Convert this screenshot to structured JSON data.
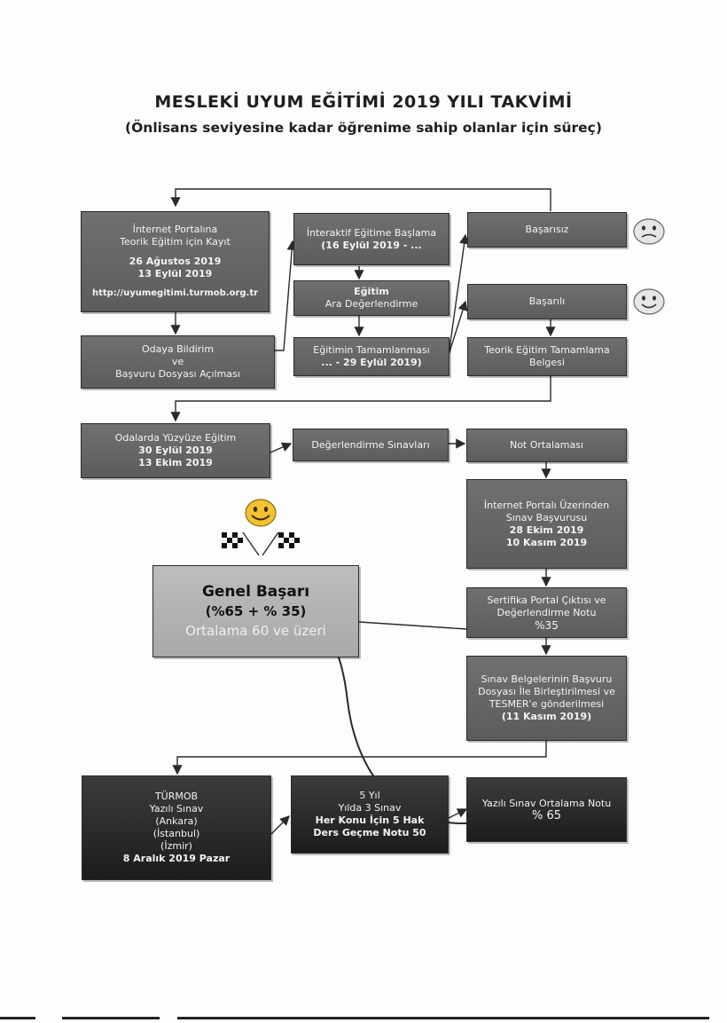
{
  "title": "MESLEKİ UYUM EĞİTİMİ 2019 YILI TAKVİMİ",
  "subtitle": "(Önlisans seviyesine kadar öğrenime sahip olanlar için süreç)",
  "boxes": {
    "kayit": {
      "line1": "İnternet Portalına",
      "line2": "Teorik Eğitim için Kayıt",
      "date1": "26 Ağustos 2019",
      "date2": "13 Eylül 2019",
      "url": "http://uyumegitimi.turmob.org.tr"
    },
    "interaktif": {
      "line1": "İnteraktif Eğitime Başlama",
      "line2": "(16 Eylül 2019 - ..."
    },
    "basarisiz": {
      "label": "Başarısız"
    },
    "ara": {
      "line1": "Eğitim",
      "line2": "Ara Değerlendirme"
    },
    "basarili": {
      "label": "Başarılı"
    },
    "odaya": {
      "line1": "Odaya Bildirim",
      "line2": "ve",
      "line3": "Başvuru Dosyası Açılması"
    },
    "tamamlanmasi": {
      "line1": "Eğitimin Tamamlanması",
      "line2": "... - 29 Eylül 2019)"
    },
    "belge": {
      "line1": "Teorik Eğitim Tamamlama",
      "line2": "Belgesi"
    },
    "yuzyuze": {
      "line1": "Odalarda Yüzyüze Eğitim",
      "line2": "30 Eylül 2019",
      "line3": "13 Ekim 2019"
    },
    "degerlendirme": {
      "label": "Değerlendirme Sınavları"
    },
    "not_ort": {
      "label": "Not Ortalaması"
    },
    "sinav_basvuru": {
      "line1": "İnternet Portalı Üzerinden",
      "line2": "Sınav Başvurusu",
      "line3": "28 Ekim 2019",
      "line4": "10 Kasım 2019"
    },
    "sertifika": {
      "line1": "Sertifika Portal Çıktısı ve",
      "line2": "Değerlendirme Notu",
      "line3": "%35"
    },
    "genel": {
      "line1": "Genel Başarı",
      "line2": "(%65 + % 35)",
      "line3": "Ortalama 60 ve üzeri"
    },
    "belgeler": {
      "line1": "Sınav Belgelerinin Başvuru",
      "line2": "Dosyası İle Birleştirilmesi ve",
      "line3": "TESMER'e gönderilmesi",
      "line4": "(11 Kasım 2019)"
    },
    "yazili": {
      "line1": "TÜRMOB",
      "line2": "Yazılı Sınav",
      "line3": "(Ankara)",
      "line4": "(İstanbul)",
      "line5": "(İzmir)",
      "line6": "8 Aralık 2019 Pazar"
    },
    "bes_yil": {
      "line1": "5 Yıl",
      "line2": "Yılda 3 Sınav",
      "line3": "Her Konu İçin 5 Hak",
      "line4": "Ders Geçme Notu 50"
    },
    "yazili_ort": {
      "line1": "Yazılı Sınav Ortalama Notu",
      "line2": "% 65"
    }
  },
  "colors": {
    "box": "#666666",
    "dark_box": "#2a2a2a",
    "light_box": "#b3b3b3",
    "face": "#f2c232",
    "line": "#2a2a2a"
  },
  "icons": [
    "smiley-face-icon",
    "checkered-flag-icon"
  ]
}
